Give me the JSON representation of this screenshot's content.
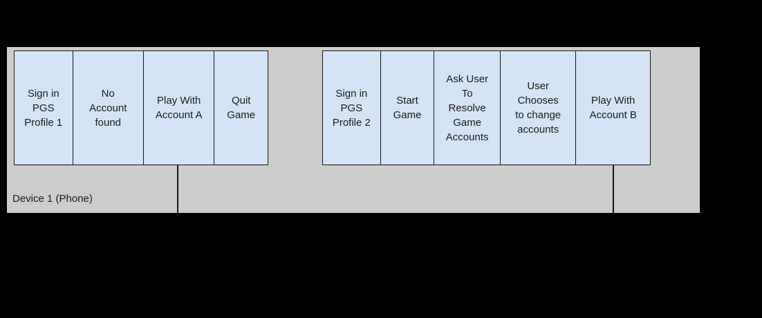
{
  "diagram": {
    "type": "swimlane-activity-flow",
    "background_color": "#000000",
    "lane": {
      "label": "Device 1 (Phone)",
      "fill_color": "#cccccc"
    },
    "box_fill_color": "#d4e4f6",
    "box_border_color": "#141414",
    "text_color": "#1a1a1a",
    "groups": [
      {
        "name": "account-a-flow",
        "steps": [
          {
            "label": "Sign in\nPGS\nProfile 1",
            "lines": [
              "Sign in",
              "PGS",
              "Profile 1"
            ]
          },
          {
            "label": "No\nAccount\nfound",
            "lines": [
              "No",
              "Account",
              "found"
            ]
          },
          {
            "label": "Play With\nAccount A",
            "lines": [
              "Play With",
              "Account A"
            ]
          },
          {
            "label": "Quit\nGame",
            "lines": [
              "Quit",
              "Game"
            ]
          }
        ]
      },
      {
        "name": "account-b-flow",
        "steps": [
          {
            "label": "Sign in\nPGS\nProfile 2",
            "lines": [
              "Sign in",
              "PGS",
              "Profile 2"
            ]
          },
          {
            "label": "Start\nGame",
            "lines": [
              "Start",
              "Game"
            ]
          },
          {
            "label": "Ask User\nTo\nResolve\nGame\nAccounts",
            "lines": [
              "Ask User",
              "To",
              "Resolve",
              "Game",
              "Accounts"
            ]
          },
          {
            "label": "User\nChooses\nto change\naccounts",
            "lines": [
              "User",
              "Chooses",
              "to change",
              "accounts"
            ]
          },
          {
            "label": "Play With\nAccount B",
            "lines": [
              "Play With",
              "Account B"
            ]
          }
        ]
      }
    ],
    "lifelines": [
      {
        "name": "lifeline-after-play-with-account-a"
      },
      {
        "name": "lifeline-after-play-with-account-b"
      }
    ]
  }
}
